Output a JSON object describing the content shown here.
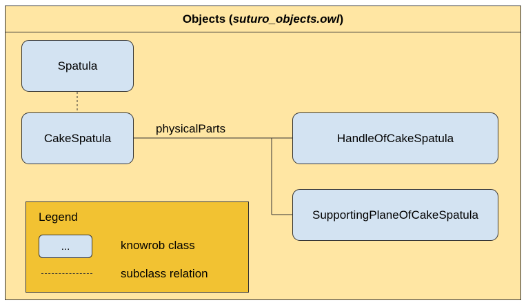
{
  "frame": {
    "title_prefix": "Objects (",
    "title_file": "suturo_objects.owl",
    "title_suffix": ")"
  },
  "classes": {
    "spatula": "Spatula",
    "cake_spatula": "CakeSpatula",
    "handle": "HandleOfCakeSpatula",
    "supporting_plane": "SupportingPlaneOfCakeSpatula"
  },
  "relations": {
    "physical_parts": "physicalParts"
  },
  "legend": {
    "title": "Legend",
    "class_box_text": "...",
    "class_label": "knowrob class",
    "subclass_label": "subclass relation"
  },
  "colors": {
    "frame_bg": "#ffe6a3",
    "class_bg": "#d3e3f2",
    "legend_bg": "#f2c232"
  }
}
